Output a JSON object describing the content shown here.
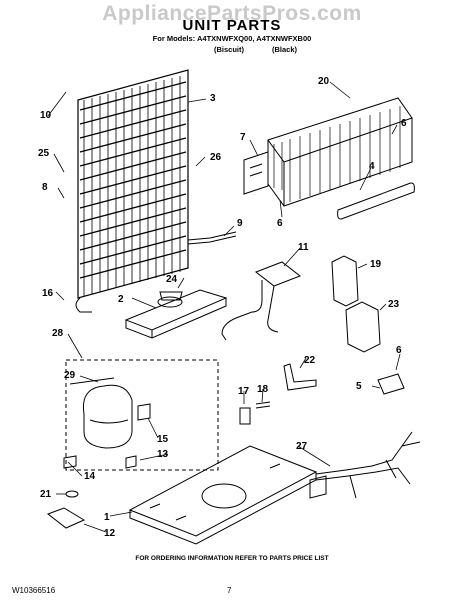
{
  "watermark": "AppliancePartsPros.com",
  "title": "UNIT PARTS",
  "models": "For Models: A4TXNWFXQ00, A4TXNWFXB00",
  "variant_1": "(Biscuit)",
  "variant_2": "(Black)",
  "footer": "FOR ORDERING INFORMATION REFER TO PARTS PRICE LIST",
  "doc_number": "W10366516",
  "page_number": "7",
  "callouts": [
    "10",
    "3",
    "25",
    "26",
    "8",
    "20",
    "7",
    "6",
    "4",
    "6",
    "9",
    "11",
    "24",
    "19",
    "16",
    "2",
    "23",
    "28",
    "22",
    "6",
    "5",
    "29",
    "17",
    "18",
    "15",
    "13",
    "27",
    "14",
    "21",
    "1",
    "12"
  ]
}
